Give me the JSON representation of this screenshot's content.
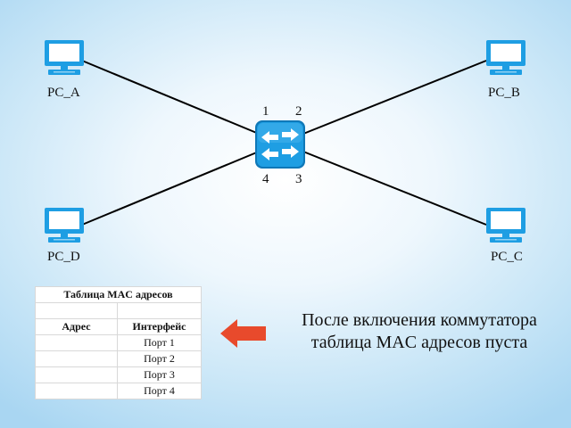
{
  "pcs": {
    "a": {
      "label": "PC_A"
    },
    "b": {
      "label": "PC_B"
    },
    "c": {
      "label": "PC_C"
    },
    "d": {
      "label": "PC_D"
    }
  },
  "switch": {
    "ports": [
      "1",
      "2",
      "3",
      "4"
    ]
  },
  "mac_table": {
    "title": "Таблица MAC адресов",
    "col_address": "Адрес",
    "col_interface": "Интерфейс",
    "rows": [
      {
        "address": "",
        "interface": "Порт 1"
      },
      {
        "address": "",
        "interface": "Порт 2"
      },
      {
        "address": "",
        "interface": "Порт 3"
      },
      {
        "address": "",
        "interface": "Порт 4"
      }
    ]
  },
  "caption": {
    "line1": "После включения коммутатора",
    "line2": "таблица MAC адресов пуста"
  },
  "colors": {
    "device_blue": "#1e9ee3",
    "device_blue_dark": "#0f78b8",
    "arrow_red": "#e84a2c",
    "link_line": "#000000"
  },
  "icons": {
    "pc": "desktop-computer-icon",
    "switch": "network-switch-icon",
    "arrow": "left-arrow-icon"
  }
}
